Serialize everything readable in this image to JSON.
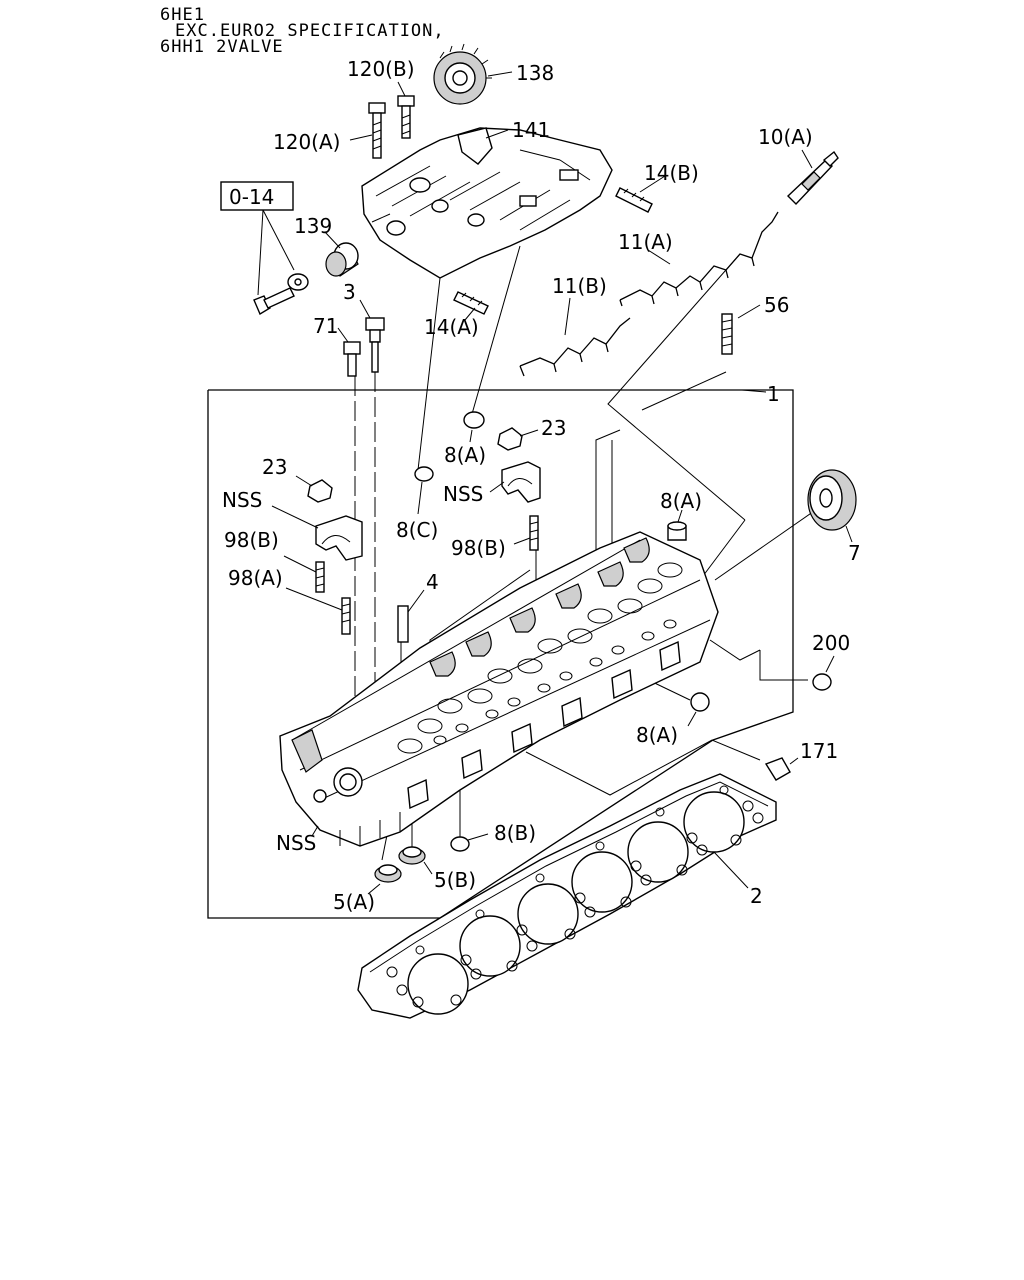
{
  "header": {
    "line1": "6HE1",
    "line2": "EXC.EURO2 SPECIFICATION,",
    "line3": "6HH1 2VALVE"
  },
  "callouts": {
    "c120b": "120(B)",
    "c138": "138",
    "c120a": "120(A)",
    "c141": "141",
    "c10a": "10(A)",
    "c014": "0-14",
    "c139": "139",
    "c14b": "14(B)",
    "c11a": "11(A)",
    "c11b": "11(B)",
    "c3": "3",
    "c14a": "14(A)",
    "c56": "56",
    "c71": "71",
    "c1": "1",
    "c23a": "23",
    "c8a_top": "8(A)",
    "c23b": "23",
    "c8c": "8(C)",
    "c nss1": "NSS",
    "c98b_1": "98(B)",
    "c98a": "98(A)",
    "cnss2": "NSS",
    "c8a_mid": "8(A)",
    "c98b_2": "98(B)",
    "c7": "7",
    "c4": "4",
    "c200": "200",
    "c8a_low": "8(A)",
    "c171": "171",
    "cnss3": "NSS",
    "c8b": "8(B)",
    "c5b": "5(B)",
    "c5a": "5(A)",
    "c2": "2"
  }
}
